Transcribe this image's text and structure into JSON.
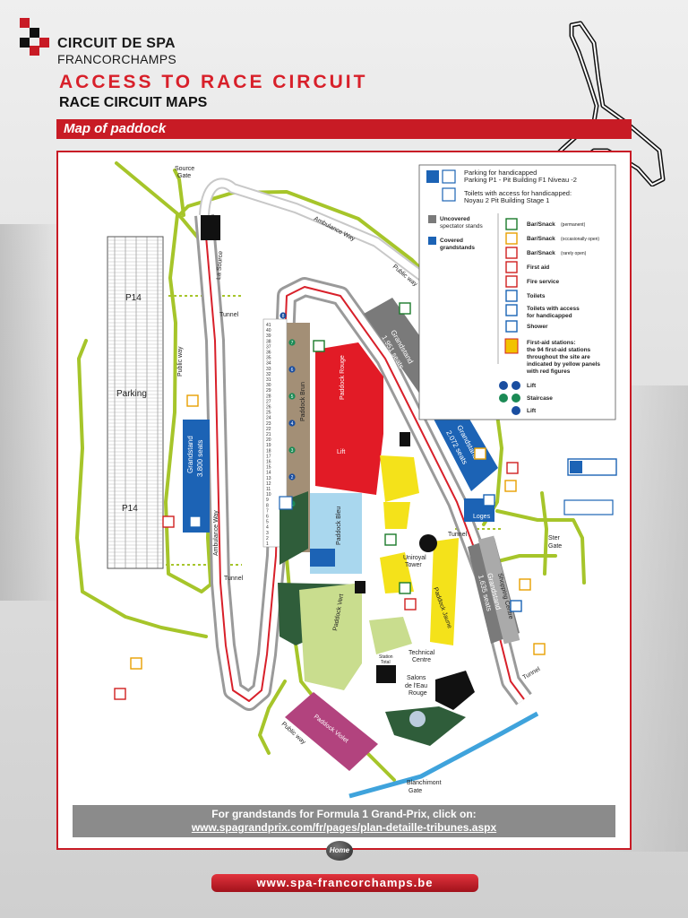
{
  "brand": {
    "line1": "CIRCUIT DE SPA",
    "line2": "FRANCORCHAMPS"
  },
  "header": {
    "title": "ACCESS TO RACE CIRCUIT",
    "subtitle": "RACE CIRCUIT MAPS",
    "section": "Map of paddock"
  },
  "legend": {
    "parking_handicap": "Parking for handicapped",
    "parking_p1": "Parking P1 - Pit Building F1 Niveau -2",
    "toilets_handicap": "Toilets with access for handicapped:",
    "noyau": "Noyau 2 Pit Building Stage 1",
    "uncovered": "Uncovered",
    "uncovered2": "spectator stands",
    "covered": "Covered",
    "covered2": "grandstands",
    "bar_perm": "Bar/Snack",
    "bar_perm_note": "(permanent)",
    "bar_occ": "Bar/Snack",
    "bar_occ_note": "(occasionally open)",
    "bar_rare": "Bar/Snack",
    "bar_rare_note": "(rarely open)",
    "first_aid": "First aid",
    "fire": "Fire service",
    "toilets": "Toilets",
    "toilets_access": "Toilets with access",
    "toilets_access2": "for handicapped",
    "shower": "Shower",
    "stations1": "First-aid stations:",
    "stations2": "the 94 first-aid stations",
    "stations3": "throughout the site are",
    "stations4": "indicated by yellow panels",
    "stations5": "with red figures",
    "lift": "Lift",
    "staircase": "Staircase",
    "lift2": "Lift"
  },
  "labels": {
    "source_gate1": "Source",
    "source_gate2": "Gate",
    "la_source": "La Source",
    "ambulance_top": "Ambulance Way",
    "public_way_top": "Public way",
    "p14_top": "P14",
    "parking": "Parking",
    "p14_bottom": "P14",
    "tunnel_top": "Tunnel",
    "public_way_left": "Public way",
    "ambulance_left": "Ambulance Way",
    "tunnel_left": "Tunnel",
    "gs_3800_a": "Grandstand",
    "gs_3800_b": "3.800 seats",
    "gs_1951_a": "Grandstand",
    "gs_1951_b": "1.951 seats",
    "gs_2072_a": "Grandstand",
    "gs_2072_b": "2.072 seats",
    "gs_1635_a": "Grandstand",
    "gs_1635_b": "1.635 seats",
    "paddock_brun": "Paddock Brun",
    "paddock_rouge": "Paddock Rouge",
    "lift": "Lift",
    "paddock_bleu": "Paddock Bleu",
    "paddock_jaune": "Paddock Jaune",
    "paddock_vert": "Paddock Vert",
    "paddock_violet": "Paddock Violet",
    "uniroyal1": "Uniroyal",
    "uniroyal2": "Tower",
    "loges": "Loges",
    "shopping": "Shopping Centre",
    "stergate1": "Ster",
    "stergate2": "Gate",
    "tunnel_mid": "Tunnel",
    "tunnel_right": "Tunnel",
    "tech1": "Technical",
    "tech2": "Centre",
    "station1": "Station",
    "station2": "Total",
    "salons1": "Salons",
    "salons2": "de l'Eau",
    "salons3": "Rouge",
    "public_way_bottom": "Public way",
    "blanchimont1": "Blanchimont",
    "blanchimont2": "Gate"
  },
  "pit_numbers": [
    "41",
    "40",
    "39",
    "38",
    "37",
    "36",
    "35",
    "34",
    "33",
    "32",
    "31",
    "30",
    "29",
    "28",
    "27",
    "26",
    "25",
    "24",
    "23",
    "22",
    "21",
    "20",
    "19",
    "18",
    "17",
    "16",
    "15",
    "14",
    "13",
    "12",
    "11",
    "10",
    "9",
    "8",
    "7",
    "6",
    "5",
    "4",
    "3",
    "2",
    "1"
  ],
  "markers": [
    "8",
    "7",
    "6",
    "5",
    "4",
    "3",
    "2",
    "1"
  ],
  "cta": {
    "line1": "For grandstands for Formula 1 Grand-Prix, click on:",
    "line2": "www.spagrandprix.com/fr/pages/plan-detaille-tribunes.aspx"
  },
  "footer": {
    "home": "Home",
    "url": "www.spa-francorchamps.be"
  },
  "colors": {
    "red": "#c81b25",
    "track": "#b5b5b5",
    "green_route": "#a6c52a",
    "brun": "#a38f76",
    "rouge": "#e21b26",
    "bleu": "#a9d7ee",
    "jaune": "#f4e21a",
    "vert": "#c9dd8e",
    "violet": "#b2437e",
    "grey_stand": "#7a7a7a",
    "blue_stand": "#1c63b5"
  }
}
